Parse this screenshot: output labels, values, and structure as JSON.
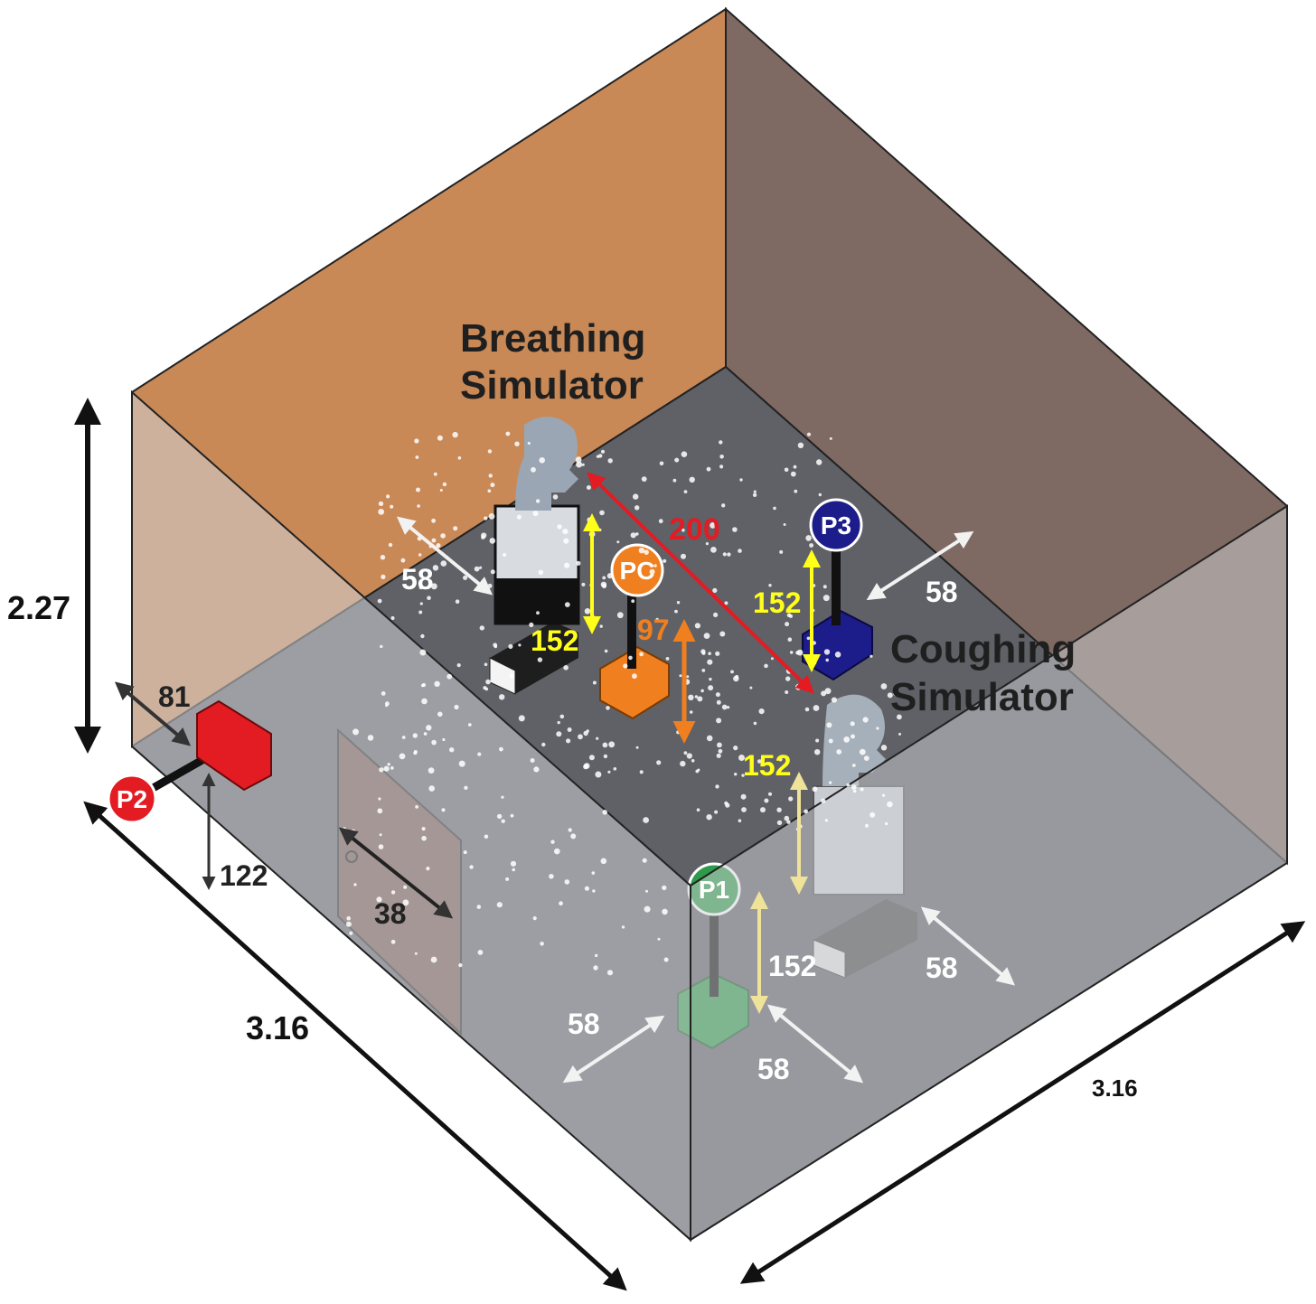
{
  "colors": {
    "back_left_wall": "#c98957",
    "back_right_wall": "#7f6a63",
    "floor": "#5f6166",
    "front_left_wall": "#b9a59a",
    "front_right_wall": "#9a8e8c",
    "p1": "#2f9a4b",
    "p2": "#e31b23",
    "p3": "#1c1c8a",
    "pc": "#f07f1f",
    "yellow_arrow": "#ffff1a",
    "red_arrow": "#e31b23",
    "orange_arrow": "#f07f1f"
  },
  "labels": {
    "breathing_line1": "Breathing",
    "breathing_line2": "Simulator",
    "coughing_line1": "Coughing",
    "coughing_line2": "Simulator"
  },
  "room_dimensions": {
    "height": "2.27",
    "length_left": "3.16",
    "length_right": "3.16"
  },
  "probes": {
    "p1": "P1",
    "p2": "P2",
    "p3": "P3",
    "pc": "PC"
  },
  "distances": {
    "breathing_to_coughing": "200",
    "breathing_height": "152",
    "p3_height": "152",
    "coughing_height": "152",
    "p1_height": "152",
    "pc_height": "97",
    "p2_wall_offset": "81",
    "p2_height": "122",
    "door_width": "38",
    "breathing_wall_gap": "58",
    "p3_wall_gap": "58",
    "coughing_wall_gap": "58",
    "p1_gap_left": "58",
    "p1_gap_right": "58"
  }
}
